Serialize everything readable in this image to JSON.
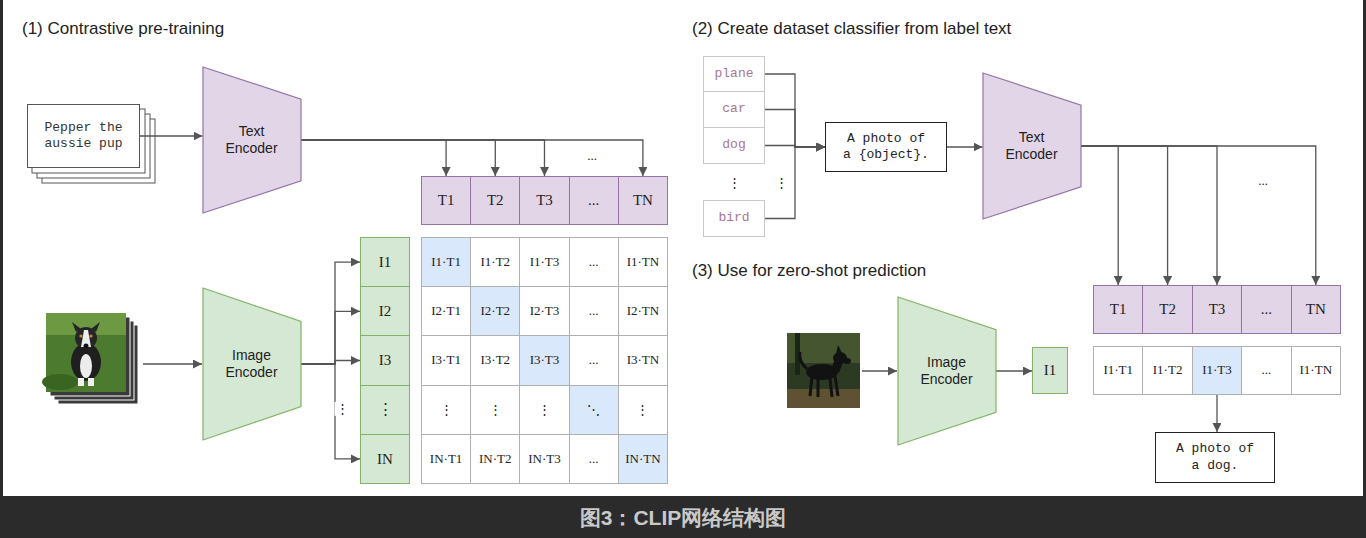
{
  "diagram": {
    "caption": "图3：CLIP网络结构图",
    "nodes": [
      {
        "text": [
          "Pepper the aussie pup"
        ]
      },
      {
        "text": [
          "Text Encoder"
        ]
      },
      {
        "text": [
          "T1"
        ]
      },
      {
        "text": [
          "T2"
        ]
      },
      {
        "text": [
          "T3"
        ]
      },
      {
        "text": [
          "..."
        ]
      },
      {
        "text": [
          "TN"
        ]
      },
      {
        "text": [
          "Image Encoder"
        ]
      },
      {
        "text": [
          "I1"
        ]
      },
      {
        "text": [
          "I2"
        ]
      },
      {
        "text": [
          "I3"
        ]
      },
      {
        "text": [
          "⋮"
        ]
      },
      {
        "text": [
          "IN"
        ]
      },
      {
        "text": [
          "I1·T1"
        ]
      },
      {
        "text": [
          "I1·T2"
        ]
      },
      {
        "text": [
          "I1·T3"
        ]
      },
      {
        "text": [
          "..."
        ]
      },
      {
        "text": [
          "I1·TN"
        ]
      },
      {
        "text": [
          "I2·T1"
        ]
      },
      {
        "text": [
          "I2·T2"
        ]
      },
      {
        "text": [
          "I2·T3"
        ]
      },
      {
        "text": [
          "..."
        ]
      },
      {
        "text": [
          "I2·TN"
        ]
      },
      {
        "text": [
          "I3·T1"
        ]
      },
      {
        "text": [
          "I3·T2"
        ]
      },
      {
        "text": [
          "I3·T3"
        ]
      },
      {
        "text": [
          "..."
        ]
      },
      {
        "text": [
          "I3·TN"
        ]
      },
      {
        "text": [
          "⋮"
        ]
      },
      {
        "text": [
          "⋮"
        ]
      },
      {
        "text": [
          "⋮"
        ]
      },
      {
        "text": [
          "⋱"
        ]
      },
      {
        "text": [
          "⋮"
        ]
      },
      {
        "text": [
          "IN·T1"
        ]
      },
      {
        "text": [
          "IN·T2"
        ]
      },
      {
        "text": [
          "IN·T3"
        ]
      },
      {
        "text": [
          "..."
        ]
      },
      {
        "text": [
          "IN·TN"
        ]
      },
      {
        "text": [
          "plane"
        ]
      },
      {
        "text": [
          "car"
        ]
      },
      {
        "text": [
          "dog"
        ]
      },
      {
        "text": [
          "bird"
        ]
      },
      {
        "text": [
          "A photo of a {object}."
        ]
      },
      {
        "text": [
          "Text Encoder"
        ]
      },
      {
        "text": [
          "T1"
        ]
      },
      {
        "text": [
          "T2"
        ]
      },
      {
        "text": [
          "T3"
        ]
      },
      {
        "text": [
          "..."
        ]
      },
      {
        "text": [
          "TN"
        ]
      },
      {
        "text": [
          "Image Encoder"
        ]
      },
      {
        "text": [
          "I1"
        ]
      },
      {
        "text": [
          "I1·T1"
        ]
      },
      {
        "text": [
          "I1·T2"
        ]
      },
      {
        "text": [
          "I1·T3"
        ]
      },
      {
        "text": [
          "..."
        ]
      },
      {
        "text": [
          "I1·TN"
        ]
      },
      {
        "text": [
          "A photo of a dog."
        ]
      }
    ],
    "edges": [
      {
        "from": 0,
        "to": 1,
        "arrow": "to"
      },
      {
        "from": 1,
        "to": 2,
        "arrow": "to"
      },
      {
        "from": 1,
        "to": 3,
        "arrow": "to"
      },
      {
        "from": 1,
        "to": 4,
        "arrow": "to"
      },
      {
        "from": 1,
        "to": 6,
        "arrow": "to"
      },
      {
        "from": 7,
        "to": 8,
        "arrow": "to"
      },
      {
        "from": 7,
        "to": 9,
        "arrow": "to"
      },
      {
        "from": 7,
        "to": 10,
        "arrow": "to"
      },
      {
        "from": 7,
        "to": 12,
        "arrow": "to"
      },
      {
        "from": 38,
        "to": 42,
        "arrow": "to"
      },
      {
        "from": 39,
        "to": 42,
        "arrow": "to"
      },
      {
        "from": 40,
        "to": 42,
        "arrow": "to"
      },
      {
        "from": 41,
        "to": 42,
        "arrow": "to"
      },
      {
        "from": 42,
        "to": 43,
        "arrow": "to"
      },
      {
        "from": 43,
        "to": 44,
        "arrow": "to"
      },
      {
        "from": 43,
        "to": 45,
        "arrow": "to"
      },
      {
        "from": 43,
        "to": 46,
        "arrow": "to"
      },
      {
        "from": 43,
        "to": 48,
        "arrow": "to"
      },
      {
        "from": 49,
        "to": 50,
        "arrow": "to"
      },
      {
        "from": 53,
        "to": 56,
        "arrow": "to"
      }
    ],
    "labels": [
      "(1) Contrastive pre-training",
      "...",
      "⋮",
      "(2) Create dataset classifier from label text",
      "⋮",
      "⋮",
      "...",
      "(3) Use for zero-shot prediction"
    ]
  }
}
